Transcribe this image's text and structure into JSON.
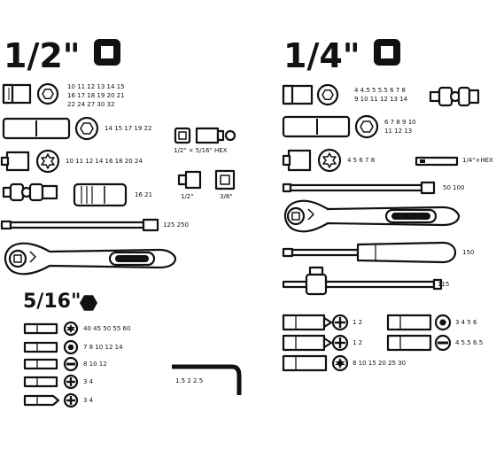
{
  "headings": {
    "half": "1/2\"",
    "quarter": "1/4\"",
    "five_sixteenth": "5/16\""
  },
  "half": {
    "short_socket_sizes": [
      "10 11 12 13 14 15",
      "16 17 18 19 20 21",
      "22 24 27 30 32"
    ],
    "deep_socket_sizes": "14 15 17 19 22",
    "torx_socket_sizes": "10 11 12 14 16 18 20 24",
    "spline_socket_sizes": "16 21",
    "extension_sizes": "125 250",
    "hex_adapter_label": "1/2\" × 5/16\" HEX",
    "adapter_label_half": "1/2\"",
    "adapter_label_3_8": "3/8\""
  },
  "quarter": {
    "short_socket_sizes": [
      "4 4.5 5 5.5 6 7 8",
      "9 10 11 12 13 14"
    ],
    "deep_socket_sizes": [
      "6 7 8 9 10",
      "11 12 13"
    ],
    "torx_socket_sizes": "4 5 6 7 8",
    "hex_adapter_label": "1/4\"×HEX",
    "extension_sizes": "50 100",
    "screwdriver_size": "150",
    "tbar_size": "115",
    "bit_phillips_1": "1 2",
    "bit_pozi": "1 2",
    "bit_torx": "8 10 15 20 25 30",
    "bit_hex": "3 4 5 6",
    "bit_slot": "4 5.5 6.5"
  },
  "five_sixteenth": {
    "bit_torx": "40 45 50 55 60",
    "bit_hex": "7 8 10 12 14",
    "bit_slot": "8 10 12",
    "bit_phillips": "3 4",
    "bit_pozi": "3 4",
    "allen_sizes": "1.5 2 2.5"
  }
}
